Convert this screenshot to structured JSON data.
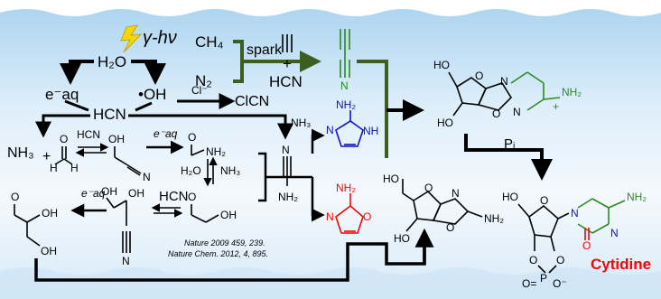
{
  "colors": {
    "bg_top": "#bcdcf3",
    "bg_bottom": "#e6f2fb",
    "green_arrow": "#3d5e23",
    "green_mol": "#2b8a1f",
    "blue_mol": "#1010d0",
    "red_mol": "#ff0000",
    "lightning": "#f5d800"
  },
  "energy": {
    "label": "γ-hν",
    "icon": "lightning-bolt-icon"
  },
  "species": {
    "water": "H₂O",
    "ch4": "CH₄",
    "n2": "N₂",
    "spark": "spark",
    "hcn_product": "HCN",
    "plus": "+",
    "e_aq": "e⁻aq",
    "oh_radical": "•OH",
    "cl_minus": "Cl⁻",
    "clcn": "ClCN",
    "hcn_center": "HCN",
    "nh3_left": "NH₃",
    "nh3_right": "NH₃",
    "nh3_mid": "NH₃",
    "h2o_mid": "H₂O",
    "hcn_1": "HCN",
    "hcn_2": "HCN",
    "e_aq_2": "e⁻aq",
    "e_aq_3": "e⁻aq",
    "pi": "Pᵢ",
    "nh2_blue": "NH₂",
    "nh_blue": "NH",
    "nh2_red": "NH₂",
    "nh2_cyan": "NH₂",
    "nh2_cyt": "NH₂",
    "nh2_plus": "NH₂",
    "nh2_guan": "NH₂"
  },
  "references": [
    "Nature 2009 459, 239.",
    "Nature Chem. 2012, 4, 895."
  ],
  "product": "Cytidine"
}
